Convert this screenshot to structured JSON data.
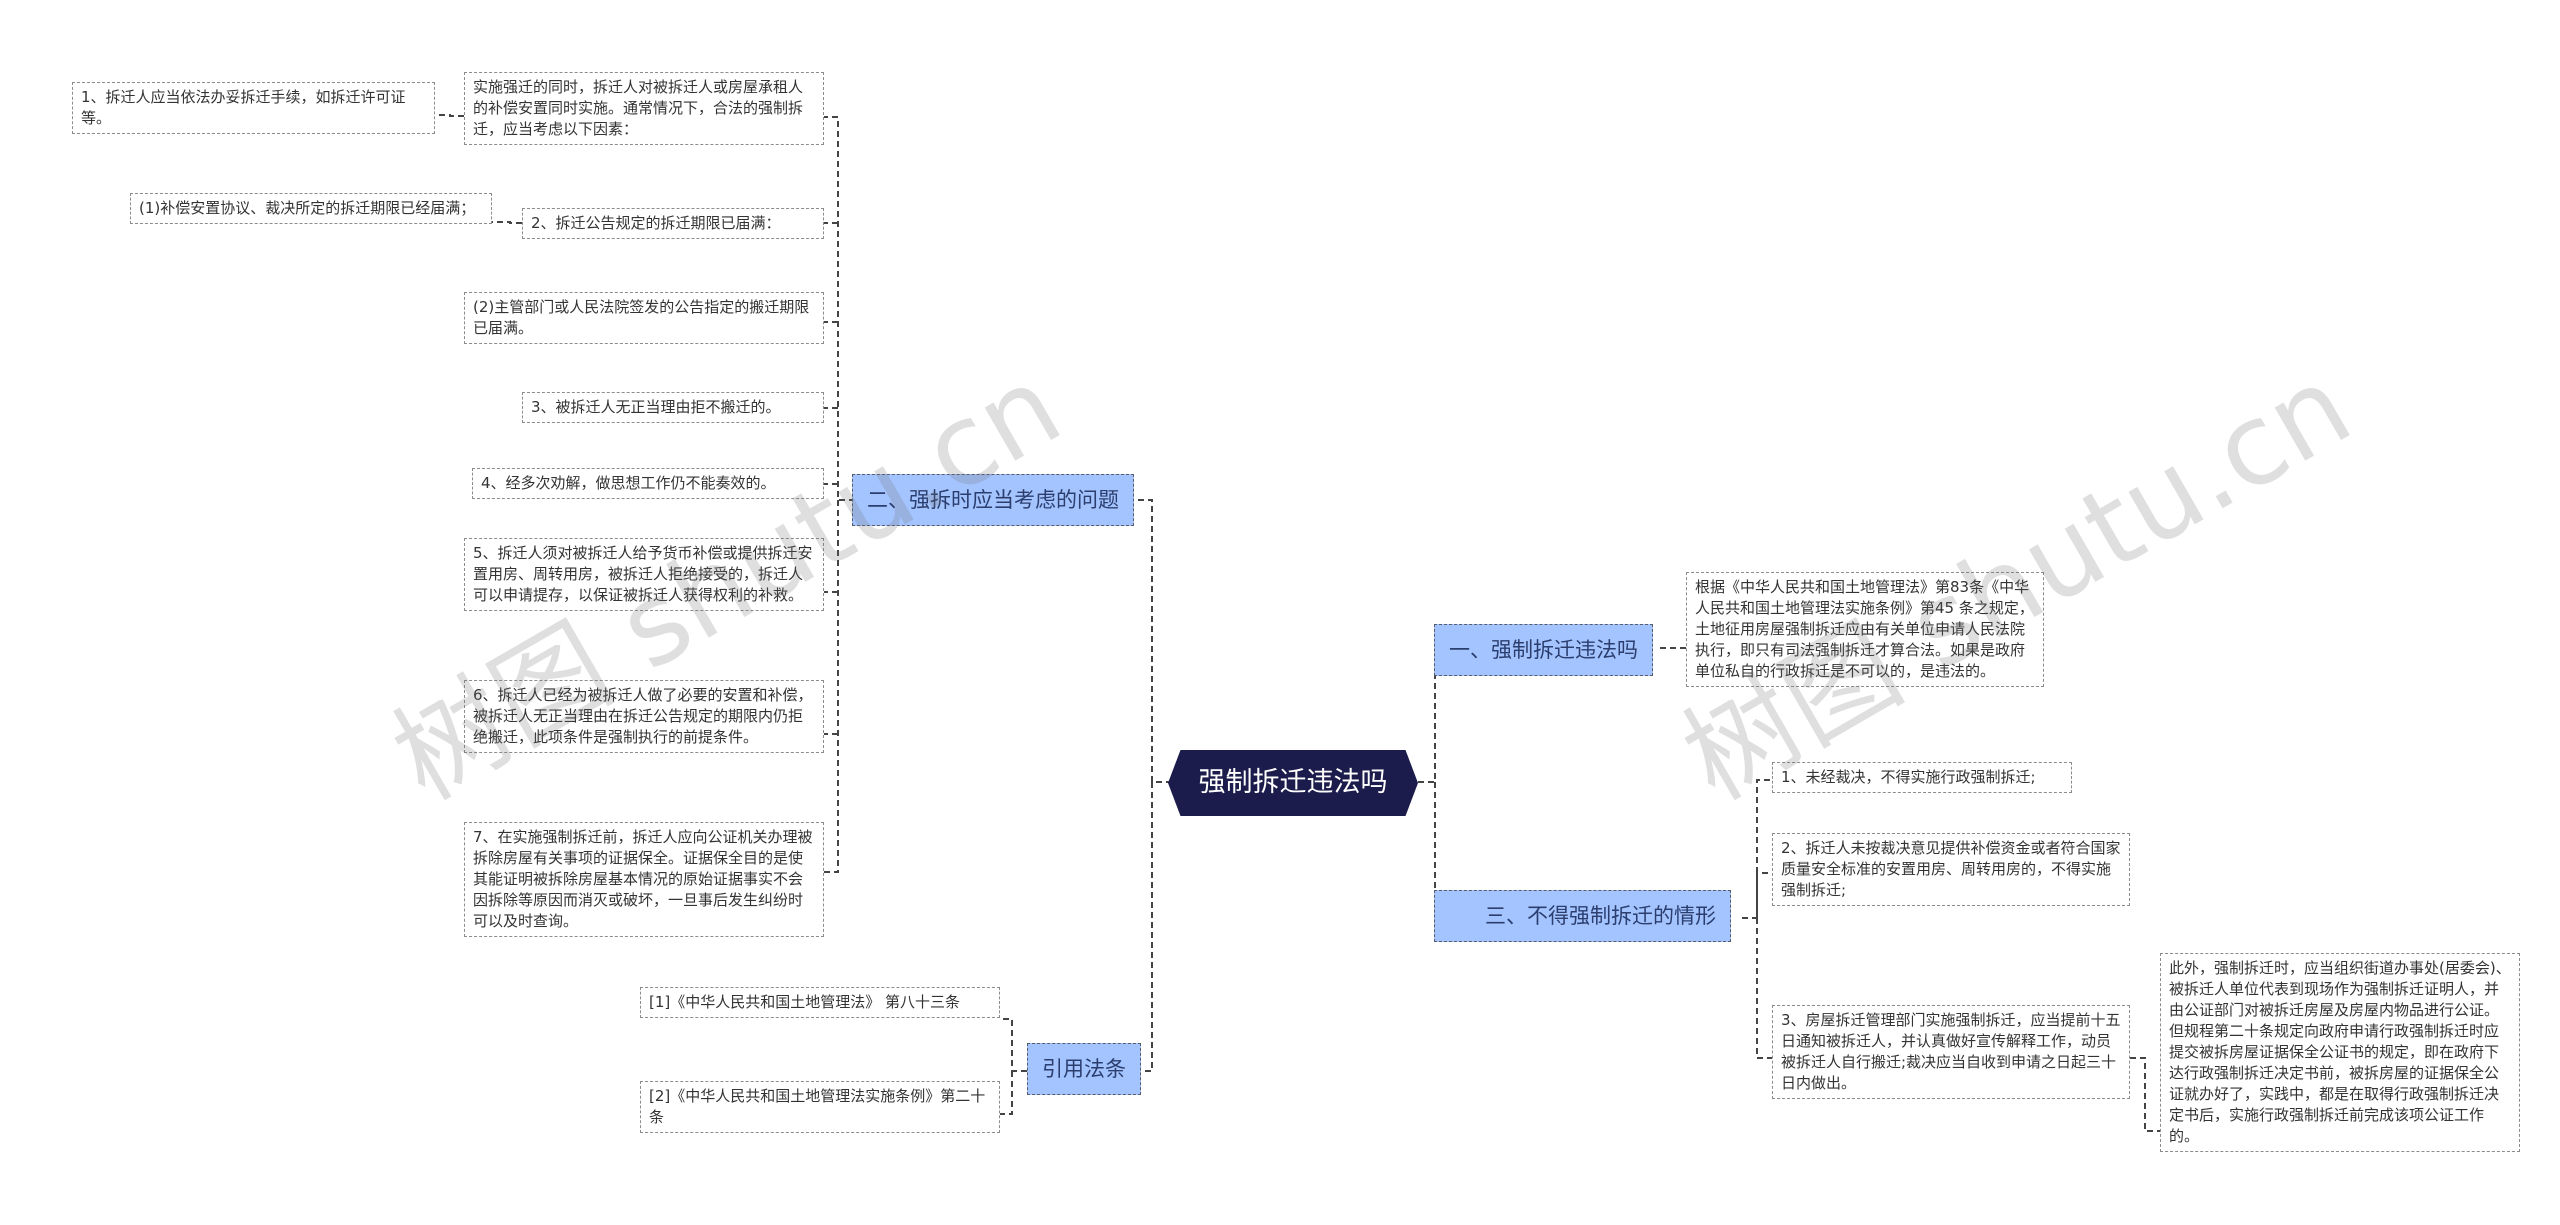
{
  "root": {
    "label": "强制拆迁违法吗"
  },
  "branches": {
    "b1": {
      "label": "一、强制拆迁违法吗"
    },
    "b2": {
      "label": "二、强拆时应当考虑的问题"
    },
    "b3": {
      "label": "三、不得强制拆迁的情形"
    },
    "b4": {
      "label": "引用法条"
    }
  },
  "nodes": {
    "n_b1_1": "根据《中华人民共和国土地管理法》第83条《中华人民共和国土地管理法实施条例》第45 条之规定，土地征用房屋强制拆迁应由有关单位申请人民法院执行，即只有司法强制拆迁才算合法。如果是政府单位私自的行政拆迁是不可以的，是违法的。",
    "n_b2_intro": "实施强迁的同时，拆迁人对被拆迁人或房屋承租人的补偿安置同时实施。通常情况下，合法的强制拆迁，应当考虑以下因素：",
    "n_b2_intro_sub": "1、拆迁人应当依法办妥拆迁手续，如拆迁许可证等。",
    "n_b2_2": "2、拆迁公告规定的拆迁期限已届满：",
    "n_b2_2_sub": "(1)补偿安置协议、裁决所定的拆迁期限已经届满；",
    "n_b2_2b": "(2)主管部门或人民法院签发的公告指定的搬迁期限已届满。",
    "n_b2_3": "3、被拆迁人无正当理由拒不搬迁的。",
    "n_b2_4": "4、经多次劝解，做思想工作仍不能奏效的。",
    "n_b2_5": "5、拆迁人须对被拆迁人给予货币补偿或提供拆迁安置用房、周转用房，被拆迁人拒绝接受的，拆迁人可以申请提存，以保证被拆迁人获得权利的补救。",
    "n_b2_6": "6、拆迁人已经为被拆迁人做了必要的安置和补偿，被拆迁人无正当理由在拆迁公告规定的期限内仍拒绝搬迁，此项条件是强制执行的前提条件。",
    "n_b2_7": "7、在实施强制拆迁前，拆迁人应向公证机关办理被拆除房屋有关事项的证据保全。证据保全目的是使其能证明被拆除房屋基本情况的原始证据事实不会因拆除等原因而消灭或破坏，一旦事后发生纠纷时可以及时查询。",
    "n_b3_1": "1、未经裁决，不得实施行政强制拆迁;",
    "n_b3_2": "2、拆迁人未按裁决意见提供补偿资金或者符合国家质量安全标准的安置用房、周转用房的，不得实施强制拆迁;",
    "n_b3_3": "3、房屋拆迁管理部门实施强制拆迁，应当提前十五日通知被拆迁人，并认真做好宣传解释工作，动员被拆迁人自行搬迁;裁决应当自收到申请之日起三十日内做出。",
    "n_b3_3_sub": "此外，强制拆迁时，应当组织街道办事处(居委会)、被拆迁人单位代表到现场作为强制拆迁证明人，并由公证部门对被拆迁房屋及房屋内物品进行公证。但规程第二十条规定向政府申请行政强制拆迁时应提交被拆房屋证据保全公证书的规定，即在政府下达行政强制拆迁决定书前，被拆房屋的证据保全公证就办好了，实践中，都是在取得行政强制拆迁决定书后，实施行政强制拆迁前完成该项公证工作的。",
    "n_b4_1": "[1]《中华人民共和国土地管理法》 第八十三条",
    "n_b4_2": "[2]《中华人民共和国土地管理法实施条例》第二十条"
  },
  "watermarks": [
    "树图 shutu.cn",
    "树图 shutu.cn"
  ],
  "colors": {
    "root_fill": "#1c1c4c",
    "branch_fill": "#a4c4ff",
    "node_border": "#8c8c8c",
    "line": "#444444"
  }
}
